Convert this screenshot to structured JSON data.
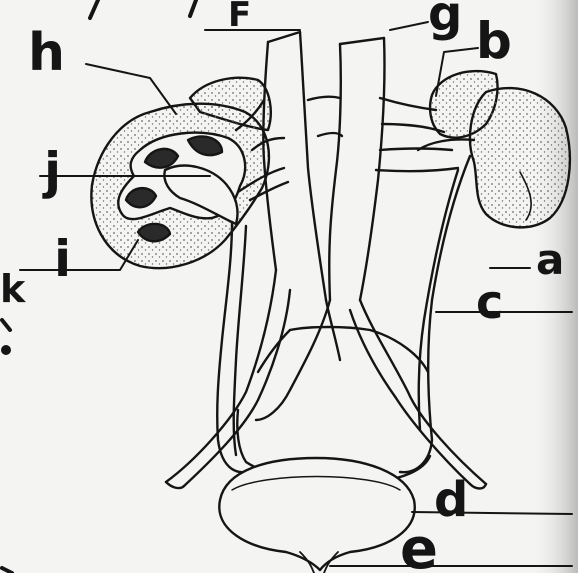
{
  "labels": {
    "a": "a",
    "b": "b",
    "c": "c",
    "d": "d",
    "e": "e",
    "f": "F",
    "g": "g",
    "h": "h",
    "i": "i",
    "j": "j",
    "k": "k"
  },
  "colors": {
    "ink": "#151515",
    "paper": "#f4f4f2",
    "stipple": "#6a6a6a"
  }
}
